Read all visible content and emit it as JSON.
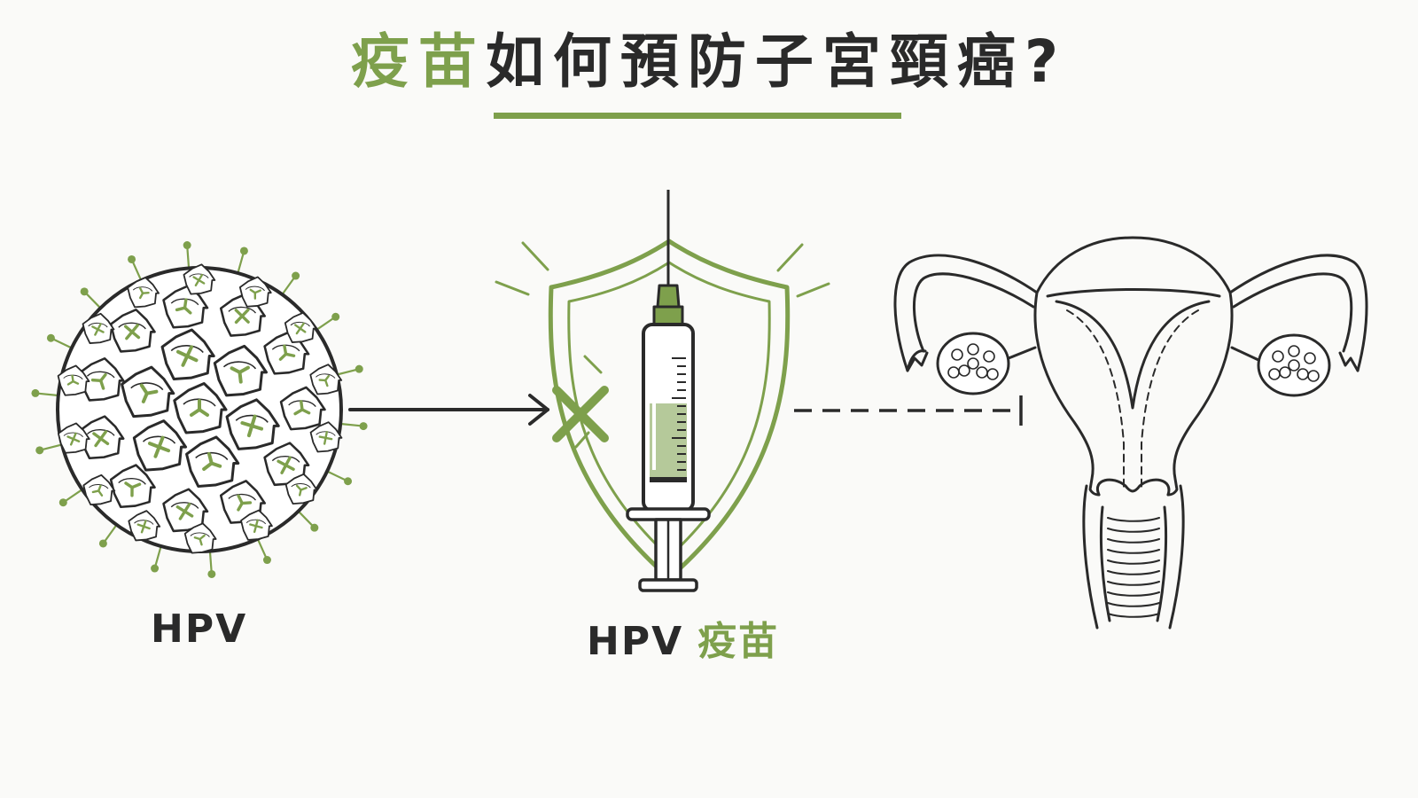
{
  "title": {
    "accent": "疫苗",
    "rest": "如何預防子宮頸癌?"
  },
  "labels": {
    "hpv": "HPV",
    "vaccine_prefix": "HPV",
    "vaccine_accent": "疫苗"
  },
  "colors": {
    "accent": "#7ea04c",
    "ink": "#2a2a2a",
    "background": "#fafaf8"
  },
  "icons": [
    "hpv-virus-icon",
    "shield-icon",
    "syringe-icon",
    "block-x-icon",
    "uterus-icon",
    "arrow-icon"
  ]
}
